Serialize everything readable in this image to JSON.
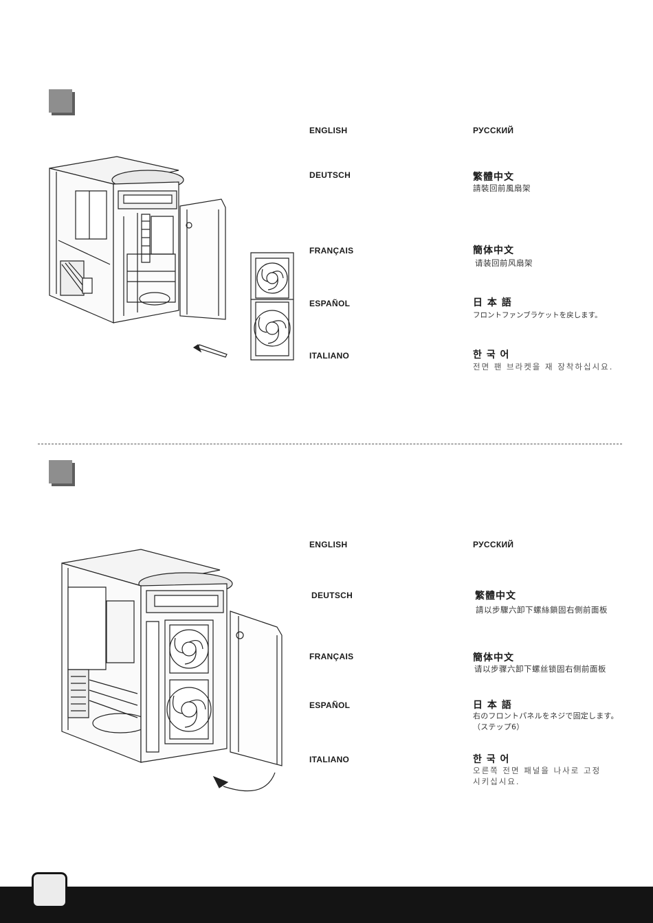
{
  "step1": {
    "labels_left": [
      "ENGLISH",
      "DEUTSCH",
      "FRANÇAIS",
      "ESPAÑOL",
      "ITALIANO"
    ],
    "russian": "РУССКИЙ",
    "zh_tw": {
      "heading": "繁體中文",
      "text": "請裝回前風扇架"
    },
    "zh_cn": {
      "heading": "簡体中文",
      "text": "请装回前风扇架"
    },
    "ja": {
      "heading": "日 本 語",
      "text": "フロントファンブラケットを戻します。"
    },
    "ko": {
      "heading": "한 국 어",
      "text": "전면 팬 브라켓을 재 장착하십시요."
    }
  },
  "step2": {
    "labels_left": [
      "ENGLISH",
      "DEUTSCH",
      "FRANÇAIS",
      "ESPAÑOL",
      "ITALIANO"
    ],
    "russian": "РУССКИЙ",
    "zh_tw": {
      "heading": "繁體中文",
      "text": "請以步驟六卸下螺絲鎖固右側前面板"
    },
    "zh_cn": {
      "heading": "簡体中文",
      "text": "请以步骤六卸下螺丝锁固右侧前面板"
    },
    "ja": {
      "heading": "日 本 語",
      "text_line1": "右のフロントパネルをネジで固定します。",
      "text_line2": "（ステップ6）"
    },
    "ko": {
      "heading": "한 국 어",
      "text_line1": "오른쪽 전면 패널을 나사로 고정",
      "text_line2": "시키십시요."
    }
  }
}
